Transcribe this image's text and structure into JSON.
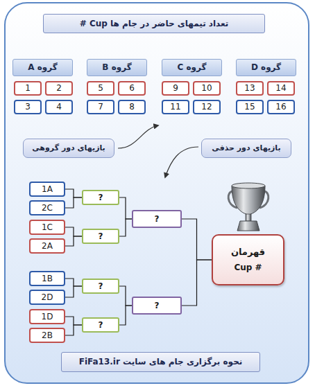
{
  "diagram": {
    "title": "تعداد تیمهای حاضر در جام ها Cup #",
    "caption": "نحوه برگزاری جام های سایت FiFa13.ir",
    "nodes": [
      {
        "text": [
          "گروه A"
        ]
      },
      {
        "text": [
          "گروه B"
        ]
      },
      {
        "text": [
          "گروه C"
        ]
      },
      {
        "text": [
          "گروه D"
        ]
      },
      {
        "text": [
          "1"
        ]
      },
      {
        "text": [
          "2"
        ]
      },
      {
        "text": [
          "5"
        ]
      },
      {
        "text": [
          "6"
        ]
      },
      {
        "text": [
          "9"
        ]
      },
      {
        "text": [
          "10"
        ]
      },
      {
        "text": [
          "13"
        ]
      },
      {
        "text": [
          "14"
        ]
      },
      {
        "text": [
          "3"
        ]
      },
      {
        "text": [
          "4"
        ]
      },
      {
        "text": [
          "7"
        ]
      },
      {
        "text": [
          "8"
        ]
      },
      {
        "text": [
          "11"
        ]
      },
      {
        "text": [
          "12"
        ]
      },
      {
        "text": [
          "15"
        ]
      },
      {
        "text": [
          "16"
        ]
      },
      {
        "text": [
          "بازیهای دور گروهی"
        ]
      },
      {
        "text": [
          "بازیهای دور حذفی"
        ]
      },
      {
        "text": [
          "1A"
        ]
      },
      {
        "text": [
          "2C"
        ]
      },
      {
        "text": [
          "1C"
        ]
      },
      {
        "text": [
          "2A"
        ]
      },
      {
        "text": [
          "1B"
        ]
      },
      {
        "text": [
          "2D"
        ]
      },
      {
        "text": [
          "1D"
        ]
      },
      {
        "text": [
          "2B"
        ]
      },
      {
        "text": [
          "?"
        ]
      },
      {
        "text": [
          "?"
        ]
      },
      {
        "text": [
          "?"
        ]
      },
      {
        "text": [
          "?"
        ]
      },
      {
        "text": [
          "?"
        ]
      },
      {
        "text": [
          "?"
        ]
      },
      {
        "text": [
          "قهرمان",
          "Cup #"
        ]
      }
    ],
    "edges": [
      {
        "from": 22,
        "to": 30,
        "arrow": "none"
      },
      {
        "from": 23,
        "to": 30,
        "arrow": "none"
      },
      {
        "from": 24,
        "to": 31,
        "arrow": "none"
      },
      {
        "from": 25,
        "to": 31,
        "arrow": "none"
      },
      {
        "from": 26,
        "to": 32,
        "arrow": "none"
      },
      {
        "from": 27,
        "to": 32,
        "arrow": "none"
      },
      {
        "from": 28,
        "to": 33,
        "arrow": "none"
      },
      {
        "from": 29,
        "to": 33,
        "arrow": "none"
      },
      {
        "from": 30,
        "to": 34,
        "arrow": "none"
      },
      {
        "from": 31,
        "to": 34,
        "arrow": "none"
      },
      {
        "from": 32,
        "to": 35,
        "arrow": "none"
      },
      {
        "from": 33,
        "to": 35,
        "arrow": "none"
      },
      {
        "from": 34,
        "to": 36,
        "arrow": "none"
      },
      {
        "from": 35,
        "to": 36,
        "arrow": "none"
      }
    ]
  }
}
